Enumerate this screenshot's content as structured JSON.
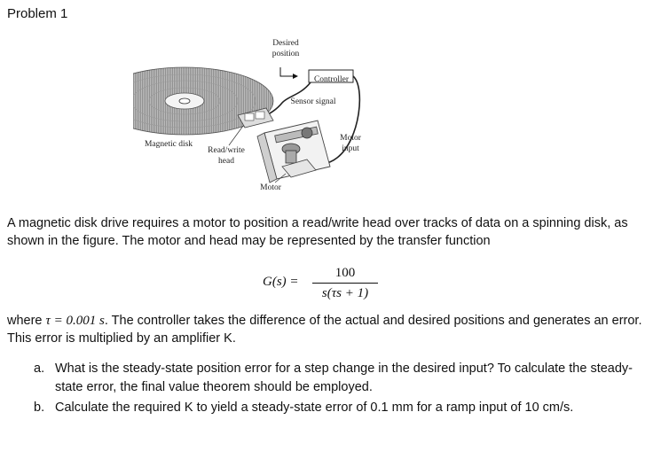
{
  "problem_title": "Problem 1",
  "figure": {
    "labels": {
      "desired_position_line1": "Desired",
      "desired_position_line2": "position",
      "controller": "Controller",
      "sensor_signal": "Sensor signal",
      "motor_input_line1": "Motor",
      "motor_input_line2": "input",
      "magnetic_disk": "Magnetic disk",
      "read_write_line1": "Read/write",
      "read_write_line2": "head",
      "motor": "Motor"
    }
  },
  "intro_paragraph": "A magnetic disk drive requires a motor to position a read/write head over tracks of data on a spinning disk, as shown in the figure. The motor and head may be represented by the transfer function",
  "equation": {
    "lhs": "G(s) =",
    "numerator": "100",
    "denominator": "s(τs + 1)"
  },
  "where_text": {
    "prefix": "where ",
    "tau_expr": "τ = 0.001 s",
    "suffix": ". The controller takes the difference of the actual and desired positions and generates an error. This error is multiplied by an amplifier K."
  },
  "questions": [
    {
      "marker": "a.",
      "text": "What is the steady-state position error for a step change in the desired input? To calculate the steady-state error, the final value theorem should be employed."
    },
    {
      "marker": "b.",
      "text": "Calculate the required K to yield a steady-state error of 0.1 mm for a ramp input of 10 cm/s."
    }
  ]
}
